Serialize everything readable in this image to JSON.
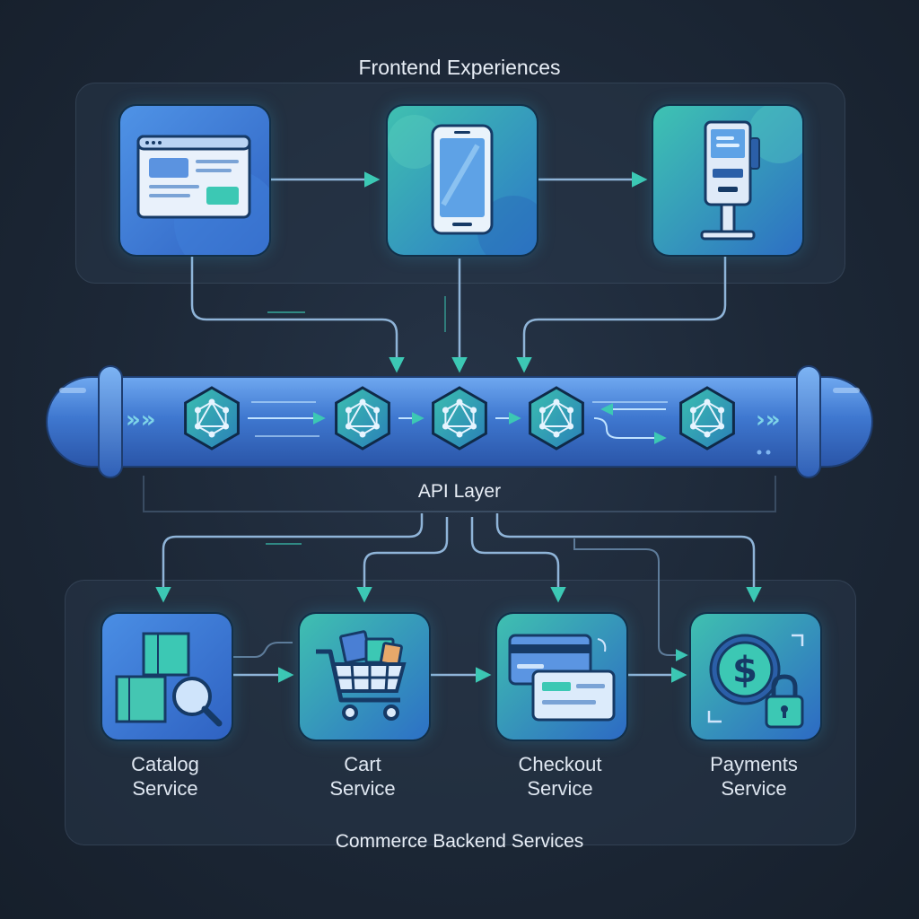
{
  "frontend": {
    "title": "Frontend Experiences",
    "nodes": [
      {
        "id": "web",
        "icon": "browser-window-icon"
      },
      {
        "id": "mobile",
        "icon": "smartphone-icon"
      },
      {
        "id": "kiosk",
        "icon": "kiosk-terminal-icon"
      }
    ]
  },
  "api": {
    "label": "API Layer",
    "gateway_icon": "graphql-gateway-icon",
    "gateway_count": 5
  },
  "backend": {
    "title": "Commerce Backend Services",
    "services": [
      {
        "line1": "Catalog",
        "line2": "Service",
        "icon": "boxes-search-icon"
      },
      {
        "line1": "Cart",
        "line2": "Service",
        "icon": "shopping-cart-icon"
      },
      {
        "line1": "Checkout",
        "line2": "Service",
        "icon": "credit-card-icon"
      },
      {
        "line1": "Payments",
        "line2": "Service",
        "icon": "dollar-lock-icon"
      }
    ]
  },
  "colors": {
    "background": "#1c2736",
    "arrow": "#8fb4d8",
    "accent_teal": "#3cc8b4",
    "pipe_blue": "#3f78d0",
    "tile_blue": "#3a7ad6",
    "tile_teal": "#36b7b0"
  }
}
